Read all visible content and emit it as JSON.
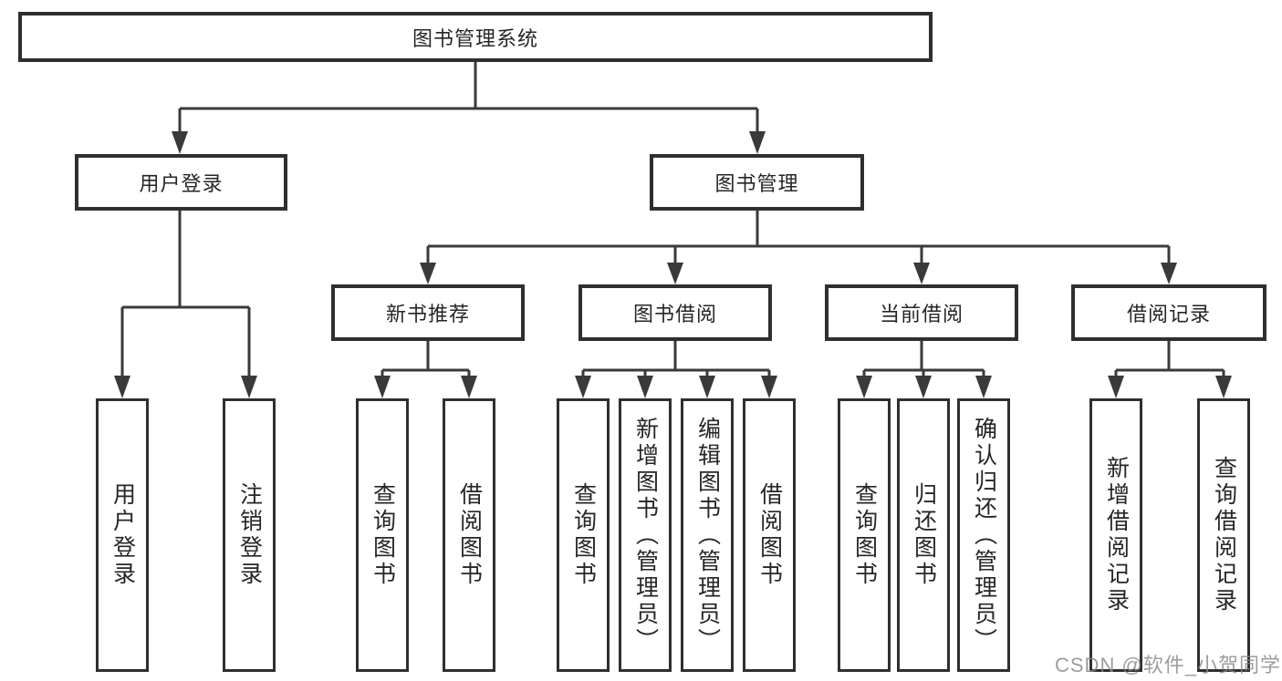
{
  "diagram": {
    "root": {
      "label": "图书管理系统"
    },
    "branches": [
      {
        "label": "用户登录"
      },
      {
        "label": "图书管理"
      }
    ],
    "modules": [
      {
        "label": "新书推荐"
      },
      {
        "label": "图书借阅"
      },
      {
        "label": "当前借阅"
      },
      {
        "label": "借阅记录"
      }
    ],
    "functions": [
      {
        "label": "用户登录"
      },
      {
        "label": "注销登录"
      },
      {
        "label": "查询图书"
      },
      {
        "label": "借阅图书"
      },
      {
        "label": "查询图书"
      },
      {
        "label": "新增图书（管理员）"
      },
      {
        "label": "编辑图书（管理员）"
      },
      {
        "label": "借阅图书"
      },
      {
        "label": "查询图书"
      },
      {
        "label": "归还图书"
      },
      {
        "label": "确认归还（管理员）"
      },
      {
        "label": "新增借阅记录"
      },
      {
        "label": "查询借阅记录"
      }
    ]
  },
  "watermark": {
    "text": "CSDN @软件_小贺同学"
  },
  "colors": {
    "line": "#3a3a3a",
    "border": "#2f2f2f",
    "text": "#262626",
    "watermark": "#888888",
    "background": "#ffffff"
  }
}
